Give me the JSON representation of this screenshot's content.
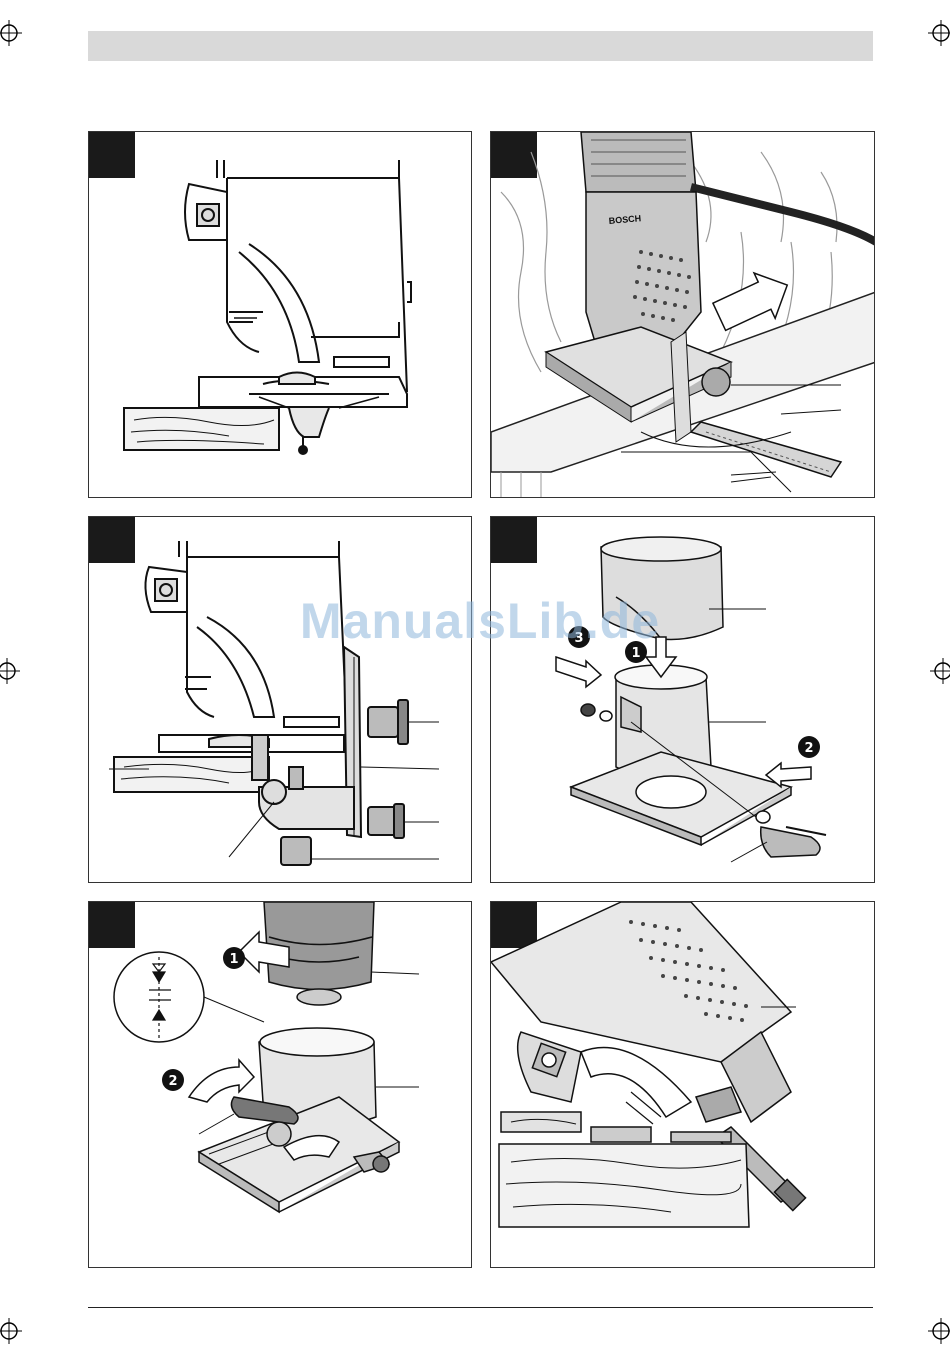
{
  "document": {
    "header_text": "",
    "watermark": "ManualsLib.de",
    "figures": [
      {
        "id": "panel-1",
        "number": "",
        "callouts": []
      },
      {
        "id": "panel-2",
        "number": "",
        "callouts": [],
        "brand_on_tool": "BOSCH"
      },
      {
        "id": "panel-3",
        "number": "",
        "callouts": []
      },
      {
        "id": "panel-4",
        "number": "",
        "step_markers": [
          "1",
          "2",
          "3"
        ]
      },
      {
        "id": "panel-5",
        "number": "",
        "step_markers": [
          "1",
          "2"
        ]
      },
      {
        "id": "panel-6",
        "number": "",
        "callouts": []
      }
    ]
  },
  "colors": {
    "frame": "#333333",
    "header_bar": "#d9d9d9",
    "tab": "#1a1a1a",
    "watermark": "#8fb7dc"
  }
}
